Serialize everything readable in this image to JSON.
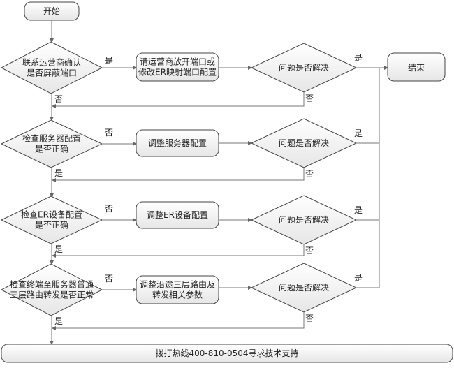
{
  "start": "开始",
  "end": "结束",
  "yes": "是",
  "no": "否",
  "resolved_question": "问题是否解决",
  "steps": [
    {
      "check": [
        "联系运营商确认",
        "是否屏蔽端口"
      ],
      "action": [
        "请运营商放开端口或",
        "修改ER映射端口配置"
      ],
      "to_action": "是",
      "to_next": "否"
    },
    {
      "check": [
        "检查服务器配置",
        "是否正确"
      ],
      "action": [
        "调整服务器配置"
      ],
      "to_action": "否",
      "to_next": "是"
    },
    {
      "check": [
        "检查ER设备配置",
        "是否正确"
      ],
      "action": [
        "调整ER设备配置"
      ],
      "to_action": "否",
      "to_next": "是"
    },
    {
      "check": [
        "检查终端至服务器普通",
        "三层路由转发是否正常"
      ],
      "action": [
        "调整沿途三层路由及",
        "转发相关参数"
      ],
      "to_action": "否",
      "to_next": "是"
    }
  ],
  "final": "拨打热线400-810-0504寻求技术支持"
}
